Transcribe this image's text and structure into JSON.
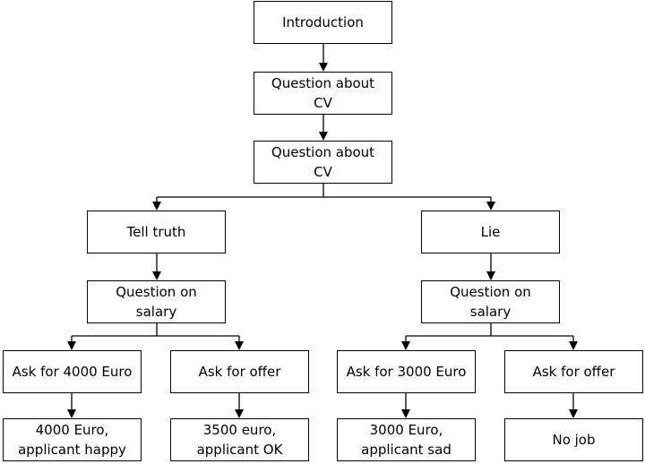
{
  "diagram": {
    "type": "flowchart",
    "nodes": {
      "introduction": "Introduction",
      "cv_question_1": "Question about\nCV",
      "cv_question_2": "Question about\nCV",
      "tell_truth": "Tell truth",
      "lie": "Lie",
      "salary_question_truth": "Question on\nsalary",
      "salary_question_lie": "Question on\nsalary",
      "ask_4000": "Ask for 4000 Euro",
      "ask_offer_truth": "Ask for offer",
      "ask_3000": "Ask for 3000 Euro",
      "ask_offer_lie": "Ask for offer",
      "outcome_4000": "4000 Euro,\napplicant happy",
      "outcome_3500": "3500 euro,\napplicant OK",
      "outcome_3000": "3000 Euro,\napplicant sad",
      "outcome_no_job": "No job"
    },
    "edges": [
      [
        "introduction",
        "cv_question_1"
      ],
      [
        "cv_question_1",
        "cv_question_2"
      ],
      [
        "cv_question_2",
        "tell_truth"
      ],
      [
        "cv_question_2",
        "lie"
      ],
      [
        "tell_truth",
        "salary_question_truth"
      ],
      [
        "lie",
        "salary_question_lie"
      ],
      [
        "salary_question_truth",
        "ask_4000"
      ],
      [
        "salary_question_truth",
        "ask_offer_truth"
      ],
      [
        "salary_question_lie",
        "ask_3000"
      ],
      [
        "salary_question_lie",
        "ask_offer_lie"
      ],
      [
        "ask_4000",
        "outcome_4000"
      ],
      [
        "ask_offer_truth",
        "outcome_3500"
      ],
      [
        "ask_3000",
        "outcome_3000"
      ],
      [
        "ask_offer_lie",
        "outcome_no_job"
      ]
    ]
  }
}
